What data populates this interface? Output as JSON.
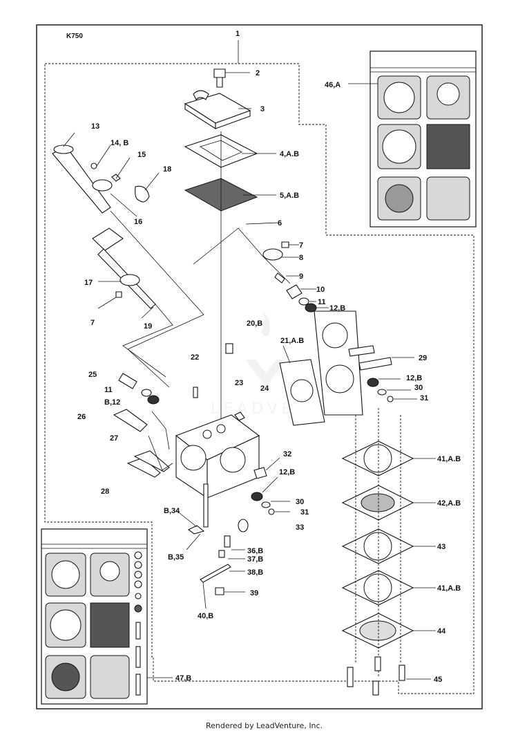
{
  "model": "K750",
  "footer": "Rendered by LeadVenture, Inc.",
  "watermark": "LEADVENTURE",
  "callouts": [
    {
      "id": "c1",
      "text": "1"
    },
    {
      "id": "c2",
      "text": "2"
    },
    {
      "id": "c3",
      "text": "3"
    },
    {
      "id": "c4",
      "text": "4,A.B"
    },
    {
      "id": "c5",
      "text": "5,A.B"
    },
    {
      "id": "c6",
      "text": "6"
    },
    {
      "id": "c7a",
      "text": "7"
    },
    {
      "id": "c8",
      "text": "8"
    },
    {
      "id": "c9",
      "text": "9"
    },
    {
      "id": "c10",
      "text": "10"
    },
    {
      "id": "c11a",
      "text": "11"
    },
    {
      "id": "c12a",
      "text": "12,B"
    },
    {
      "id": "c13",
      "text": "13"
    },
    {
      "id": "c14",
      "text": "14, B"
    },
    {
      "id": "c15",
      "text": "15"
    },
    {
      "id": "c16",
      "text": "16"
    },
    {
      "id": "c17",
      "text": "17"
    },
    {
      "id": "c18",
      "text": "18"
    },
    {
      "id": "c7b",
      "text": "7"
    },
    {
      "id": "c19",
      "text": "19"
    },
    {
      "id": "c20",
      "text": "20,B"
    },
    {
      "id": "c21",
      "text": "21,A.B"
    },
    {
      "id": "c22",
      "text": "22"
    },
    {
      "id": "c23",
      "text": "23"
    },
    {
      "id": "c24",
      "text": "24"
    },
    {
      "id": "c25",
      "text": "25"
    },
    {
      "id": "c11b",
      "text": "11"
    },
    {
      "id": "cb12",
      "text": "B,12"
    },
    {
      "id": "c26",
      "text": "26"
    },
    {
      "id": "c27",
      "text": "27"
    },
    {
      "id": "c28",
      "text": "28"
    },
    {
      "id": "c29",
      "text": "29"
    },
    {
      "id": "c12b",
      "text": "12,B"
    },
    {
      "id": "c30a",
      "text": "30"
    },
    {
      "id": "c31a",
      "text": "31"
    },
    {
      "id": "c32",
      "text": "32"
    },
    {
      "id": "c12c",
      "text": "12,B"
    },
    {
      "id": "c30b",
      "text": "30"
    },
    {
      "id": "c31b",
      "text": "31"
    },
    {
      "id": "c33",
      "text": "33"
    },
    {
      "id": "cb34",
      "text": "B,34"
    },
    {
      "id": "cb35",
      "text": "B,35"
    },
    {
      "id": "c36",
      "text": "36,B"
    },
    {
      "id": "c37",
      "text": "37,B"
    },
    {
      "id": "c38",
      "text": "38,B"
    },
    {
      "id": "c39",
      "text": "39"
    },
    {
      "id": "c40",
      "text": "40,B"
    },
    {
      "id": "c41a",
      "text": "41,A.B"
    },
    {
      "id": "c42",
      "text": "42,A.B"
    },
    {
      "id": "c43",
      "text": "43"
    },
    {
      "id": "c41b",
      "text": "41,A.B"
    },
    {
      "id": "c44",
      "text": "44"
    },
    {
      "id": "c45",
      "text": "45"
    },
    {
      "id": "c46",
      "text": "46,A"
    },
    {
      "id": "c47",
      "text": "47,B"
    }
  ]
}
